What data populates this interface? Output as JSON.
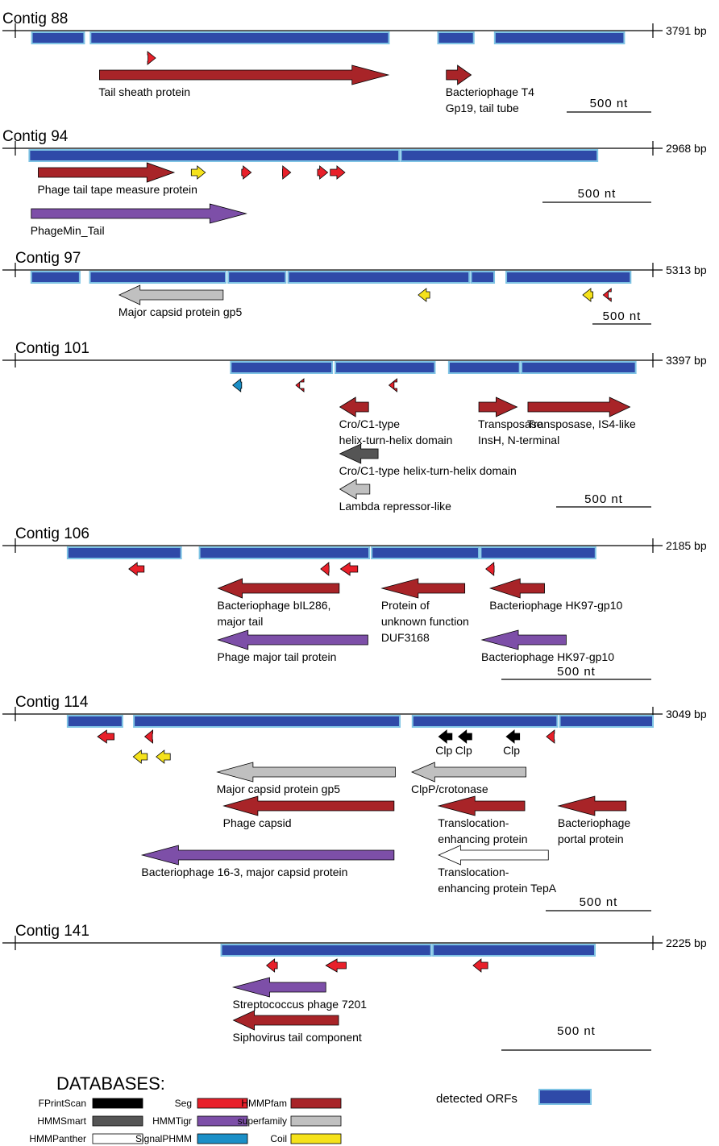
{
  "colors": {
    "FPrintScan": "#000000",
    "HMMSmart": "#555555",
    "HMMPanther": "#ffffff",
    "Seg": "#e8202a",
    "HMMTigr": "#7d4fa8",
    "SignalPHMM": "#1b8fc7",
    "HMMPfam": "#a82428",
    "superfamily": "#c0c0c0",
    "Coil": "#f5e21b",
    "orf_fill": "#2f4aa8",
    "orf_stroke": "#7ec3e4"
  },
  "scale_label": "500 nt",
  "contigs": [
    {
      "title": "Contig 88",
      "length": "3791 bp",
      "orfs": [
        [
          0.026,
          0.108
        ],
        [
          0.118,
          0.586
        ],
        [
          0.663,
          0.719
        ],
        [
          0.752,
          0.955
        ]
      ],
      "features": [
        {
          "s": 0.208,
          "e": 0.22,
          "db": "Seg",
          "dir": "right",
          "row": 0
        },
        {
          "s": 0.132,
          "e": 0.585,
          "db": "HMMPfam",
          "dir": "right",
          "row": 1,
          "label": [
            "Tail sheath protein"
          ]
        },
        {
          "s": 0.676,
          "e": 0.715,
          "db": "HMMPfam",
          "dir": "right",
          "row": 1,
          "label": [
            "Bacteriophage T4",
            "Gp19, tail tube"
          ]
        }
      ]
    },
    {
      "title": "Contig 94",
      "length": "2968 bp",
      "orfs": [
        [
          0.022,
          0.602
        ],
        [
          0.605,
          0.913
        ]
      ],
      "features": [
        {
          "s": 0.036,
          "e": 0.249,
          "db": "HMMPfam",
          "dir": "right",
          "row": 0,
          "label": [
            "Phage tail tape measure protein"
          ]
        },
        {
          "s": 0.276,
          "e": 0.298,
          "db": "Coil",
          "dir": "right",
          "row": 0
        },
        {
          "s": 0.355,
          "e": 0.37,
          "db": "Seg",
          "dir": "right",
          "row": 0
        },
        {
          "s": 0.419,
          "e": 0.432,
          "db": "Seg",
          "dir": "right",
          "row": 0
        },
        {
          "s": 0.474,
          "e": 0.49,
          "db": "Seg",
          "dir": "right",
          "row": 0
        },
        {
          "s": 0.494,
          "e": 0.517,
          "db": "Seg",
          "dir": "right",
          "row": 0
        },
        {
          "s": 0.025,
          "e": 0.362,
          "db": "HMMTigr",
          "dir": "right",
          "row": 1,
          "label": [
            "PhageMin_Tail"
          ]
        }
      ]
    },
    {
      "title": "Contig 97",
      "length": "5313 bp",
      "orfs": [
        [
          0.025,
          0.101
        ],
        [
          0.117,
          0.33
        ],
        [
          0.334,
          0.424
        ],
        [
          0.428,
          0.712
        ],
        [
          0.715,
          0.751
        ],
        [
          0.77,
          0.965
        ]
      ],
      "features": [
        {
          "s": 0.163,
          "e": 0.326,
          "db": "superfamily",
          "dir": "left",
          "row": 0,
          "label": [
            "Major capsid protein gp5"
          ]
        },
        {
          "s": 0.632,
          "e": 0.65,
          "db": "Coil",
          "dir": "left",
          "row": 0
        },
        {
          "s": 0.89,
          "e": 0.906,
          "db": "Coil",
          "dir": "left",
          "row": 0
        },
        {
          "s": 0.922,
          "e": 0.93,
          "db": "Seg",
          "dir": "left",
          "row": 0
        }
      ]
    },
    {
      "title": "Contig 101",
      "length": "3397 bp",
      "orfs": [
        [
          0.338,
          0.497
        ],
        [
          0.502,
          0.658
        ],
        [
          0.68,
          0.791
        ],
        [
          0.794,
          0.973
        ]
      ],
      "features": [
        {
          "s": 0.341,
          "e": 0.355,
          "db": "SignalPHMM",
          "dir": "left",
          "row": 0
        },
        {
          "s": 0.44,
          "e": 0.446,
          "db": "Seg",
          "dir": "left",
          "row": 0
        },
        {
          "s": 0.586,
          "e": 0.594,
          "db": "Seg",
          "dir": "left",
          "row": 0
        },
        {
          "s": 0.509,
          "e": 0.554,
          "db": "HMMPfam",
          "dir": "left",
          "row": 1,
          "label": [
            "Cro/C1-type",
            "helix-turn-helix domain"
          ]
        },
        {
          "s": 0.727,
          "e": 0.787,
          "db": "HMMPfam",
          "dir": "right",
          "row": 1,
          "label": [
            "Transposase",
            "InsH, N-terminal"
          ]
        },
        {
          "s": 0.804,
          "e": 0.964,
          "db": "HMMPfam",
          "dir": "right",
          "row": 1,
          "label": [
            "Transposase, IS4-like"
          ]
        },
        {
          "s": 0.509,
          "e": 0.569,
          "db": "HMMSmart",
          "dir": "left",
          "row": 2,
          "label": [
            "Cro/C1-type helix-turn-helix domain"
          ]
        },
        {
          "s": 0.509,
          "e": 0.556,
          "db": "superfamily",
          "dir": "left",
          "row": 3,
          "label": [
            "Lambda repressor-like"
          ]
        }
      ]
    },
    {
      "title": "Contig 106",
      "length": "2185 bp",
      "orfs": [
        [
          0.082,
          0.26
        ],
        [
          0.289,
          0.555
        ],
        [
          0.559,
          0.727
        ],
        [
          0.73,
          0.91
        ]
      ],
      "features": [
        {
          "s": 0.178,
          "e": 0.202,
          "db": "Seg",
          "dir": "left",
          "row": 0
        },
        {
          "s": 0.479,
          "e": 0.492,
          "db": "Seg",
          "dir": "left",
          "row": 0
        },
        {
          "s": 0.51,
          "e": 0.537,
          "db": "Seg",
          "dir": "left",
          "row": 0
        },
        {
          "s": 0.738,
          "e": 0.751,
          "db": "Seg",
          "dir": "left",
          "row": 0
        },
        {
          "s": 0.318,
          "e": 0.508,
          "db": "HMMPfam",
          "dir": "left",
          "row": 1,
          "label": [
            "Bacteriophage bIL286,",
            "major tail"
          ]
        },
        {
          "s": 0.575,
          "e": 0.705,
          "db": "HMMPfam",
          "dir": "left",
          "row": 1,
          "label": [
            "Protein of",
            "unknown function",
            "DUF3168"
          ]
        },
        {
          "s": 0.745,
          "e": 0.83,
          "db": "HMMPfam",
          "dir": "left",
          "row": 1,
          "label": [
            "Bacteriophage HK97-gp10"
          ]
        },
        {
          "s": 0.318,
          "e": 0.553,
          "db": "HMMTigr",
          "dir": "left",
          "row": 2,
          "label": [
            "Phage major tail protein"
          ]
        },
        {
          "s": 0.732,
          "e": 0.864,
          "db": "HMMTigr",
          "dir": "left",
          "row": 2,
          "label": [
            "Bacteriophage HK97-gp10"
          ]
        }
      ]
    },
    {
      "title": "Contig 114",
      "length": "3049 bp",
      "orfs": [
        [
          0.082,
          0.168
        ],
        [
          0.186,
          0.603
        ],
        [
          0.623,
          0.85
        ],
        [
          0.854,
          1.0
        ]
      ],
      "features": [
        {
          "s": 0.129,
          "e": 0.155,
          "db": "Seg",
          "dir": "left",
          "row": 0
        },
        {
          "s": 0.203,
          "e": 0.215,
          "db": "Seg",
          "dir": "left",
          "row": 0
        },
        {
          "s": 0.664,
          "e": 0.685,
          "db": "FPrintScan",
          "dir": "left",
          "row": 0,
          "label": [
            "Clp"
          ]
        },
        {
          "s": 0.695,
          "e": 0.716,
          "db": "FPrintScan",
          "dir": "left",
          "row": 0,
          "label": [
            "Clp"
          ]
        },
        {
          "s": 0.77,
          "e": 0.791,
          "db": "FPrintScan",
          "dir": "left",
          "row": 0,
          "label": [
            "Clp"
          ]
        },
        {
          "s": 0.833,
          "e": 0.845,
          "db": "Seg",
          "dir": "left",
          "row": 0
        },
        {
          "s": 0.185,
          "e": 0.207,
          "db": "Coil",
          "dir": "left",
          "row": 0.8
        },
        {
          "s": 0.221,
          "e": 0.243,
          "db": "Coil",
          "dir": "left",
          "row": 0.8
        },
        {
          "s": 0.317,
          "e": 0.596,
          "db": "superfamily",
          "dir": "left",
          "row": 1.2,
          "label": [
            "Major capsid protein gp5"
          ]
        },
        {
          "s": 0.622,
          "e": 0.801,
          "db": "superfamily",
          "dir": "left",
          "row": 1.2,
          "label": [
            "ClpP/crotonase"
          ]
        },
        {
          "s": 0.327,
          "e": 0.594,
          "db": "HMMPfam",
          "dir": "left",
          "row": 2.2,
          "label": [
            "Phage capsid"
          ]
        },
        {
          "s": 0.664,
          "e": 0.799,
          "db": "HMMPfam",
          "dir": "left",
          "row": 2.2,
          "label": [
            "Translocation-",
            "enhancing protein"
          ]
        },
        {
          "s": 0.852,
          "e": 0.958,
          "db": "HMMPfam",
          "dir": "left",
          "row": 2.2,
          "label": [
            "Bacteriophage",
            "portal protein"
          ]
        },
        {
          "s": 0.199,
          "e": 0.594,
          "db": "HMMTigr",
          "dir": "left",
          "row": 3.6,
          "label": [
            "Bacteriophage 16-3, major capsid protein"
          ]
        },
        {
          "s": 0.664,
          "e": 0.836,
          "db": "HMMPanther",
          "dir": "left",
          "row": 3.6,
          "label": [
            "Translocation-",
            "enhancing protein TepA"
          ]
        }
      ]
    },
    {
      "title": "Contig 141",
      "length": "2225 bp",
      "orfs": [
        [
          0.323,
          0.652
        ],
        [
          0.655,
          0.909
        ]
      ],
      "features": [
        {
          "s": 0.394,
          "e": 0.411,
          "db": "Seg",
          "dir": "left",
          "row": 0
        },
        {
          "s": 0.487,
          "e": 0.519,
          "db": "Seg",
          "dir": "left",
          "row": 0
        },
        {
          "s": 0.718,
          "e": 0.741,
          "db": "Seg",
          "dir": "left",
          "row": 0
        },
        {
          "s": 0.342,
          "e": 0.487,
          "db": "HMMTigr",
          "dir": "left",
          "row": 1,
          "label": [
            "Streptococcus phage 7201"
          ]
        },
        {
          "s": 0.342,
          "e": 0.507,
          "db": "HMMPfam",
          "dir": "left",
          "row": 2,
          "label": [
            "Siphovirus tail component"
          ]
        }
      ]
    }
  ],
  "legend": {
    "title": "DATABASES:",
    "items": [
      {
        "name": "FPrintScan",
        "col": 0,
        "row": 0
      },
      {
        "name": "HMMSmart",
        "col": 0,
        "row": 1
      },
      {
        "name": "HMMPanther",
        "col": 0,
        "row": 2
      },
      {
        "name": "Seg",
        "col": 1,
        "row": 0
      },
      {
        "name": "HMMTigr",
        "col": 1,
        "row": 1
      },
      {
        "name": "SignalPHMM",
        "col": 1,
        "row": 2
      },
      {
        "name": "HMMPfam",
        "col": 2,
        "row": 0
      },
      {
        "name": "superfamily",
        "col": 2,
        "row": 1
      },
      {
        "name": "Coil",
        "col": 2,
        "row": 2
      }
    ],
    "orf_label": "detected ORFs"
  }
}
